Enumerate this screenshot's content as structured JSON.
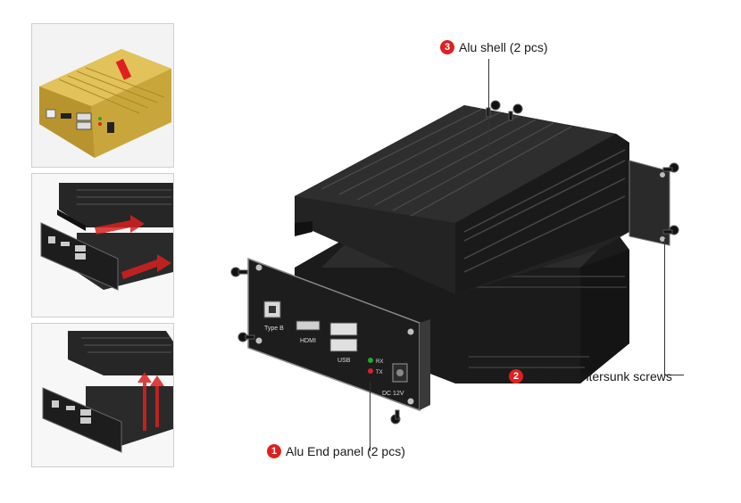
{
  "callouts": [
    {
      "number": "1",
      "label": "Alu End panel (2 pcs)"
    },
    {
      "number": "2",
      "label": "M3x6 countersunk screws"
    },
    {
      "number": "3",
      "label": "Alu shell (2 pcs)"
    }
  ],
  "panel_labels": {
    "type_b": "Type B",
    "hdmi": "HDMI",
    "usb": "USB",
    "rx": "RX",
    "tx": "TX",
    "dc": "DC 12V"
  },
  "colors": {
    "callout_badge": "#e02020",
    "shell": "#1c1c1c",
    "gold_shell": "#c9a63c",
    "arrow": "#d92020"
  }
}
